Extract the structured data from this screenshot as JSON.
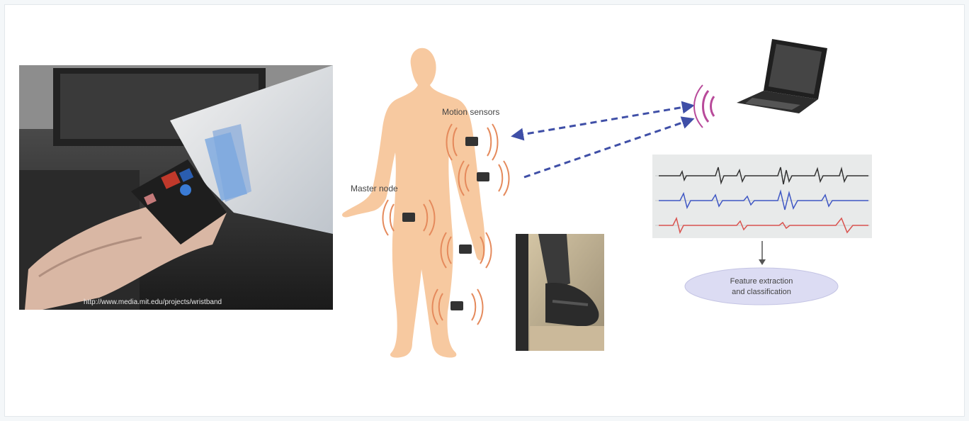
{
  "labels": {
    "motion_sensors": "Motion sensors",
    "master_node": "Master node",
    "feature_line1": "Feature extraction",
    "feature_line2": "and classification",
    "watermark": "http://www.media.mit.edu/projects/wristband"
  },
  "colors": {
    "body": "#f7c9a0",
    "waves": "#e58a5c",
    "arrow": "#3f4fa7",
    "wifi": "#b84a9a",
    "ellipse": "#dcdcf3",
    "signal_red": "#d9534f",
    "signal_blue": "#3f57c4",
    "signal_dark": "#333333"
  }
}
